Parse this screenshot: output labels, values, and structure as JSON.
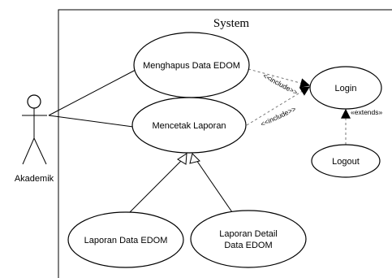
{
  "system": {
    "title": "System"
  },
  "actor": {
    "name": "Akademik"
  },
  "use_cases": {
    "menghapus": "Menghapus Data EDOM",
    "mencetak": "Mencetak Laporan",
    "login": "Login",
    "logout": "Logout",
    "laporan_data": "Laporan Data EDOM",
    "laporan_detail_1": "Laporan Detail",
    "laporan_detail_2": "Data EDOM"
  },
  "relations": {
    "include_1": "<<include>>",
    "include_2": "<<include>>",
    "extends": "«extends»"
  }
}
